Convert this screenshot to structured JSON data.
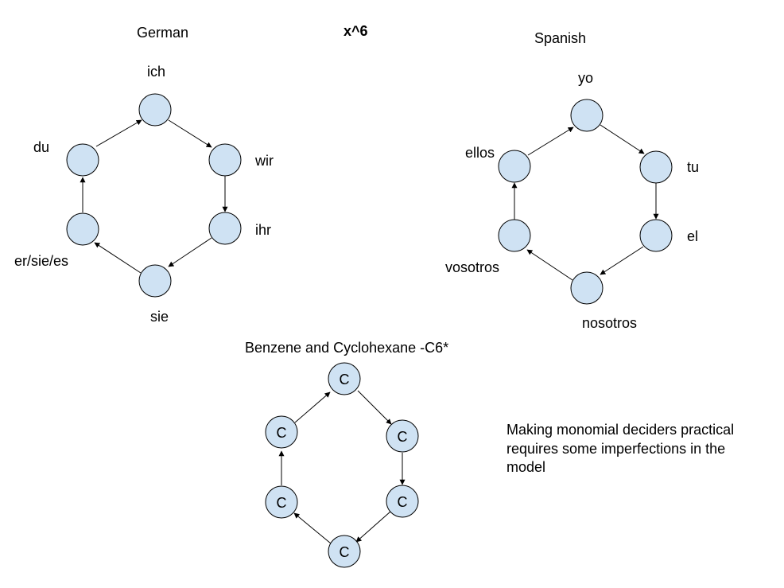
{
  "title": "x^6",
  "german": {
    "heading": "German",
    "labels": [
      "ich",
      "wir",
      "ihr",
      "sie",
      "er/sie/es",
      "du"
    ]
  },
  "spanish": {
    "heading": "Spanish",
    "labels": [
      "yo",
      "tu",
      "el",
      "nosotros",
      "vosotros",
      "ellos"
    ]
  },
  "benzene": {
    "heading": "Benzene and Cyclohexane -C6*",
    "node_label": "C"
  },
  "note": {
    "lines": [
      "Making monomial deciders practical",
      "requires some imperfections in the",
      "model"
    ]
  },
  "colors": {
    "node_fill": "#cfe2f3",
    "stroke": "#000000"
  }
}
